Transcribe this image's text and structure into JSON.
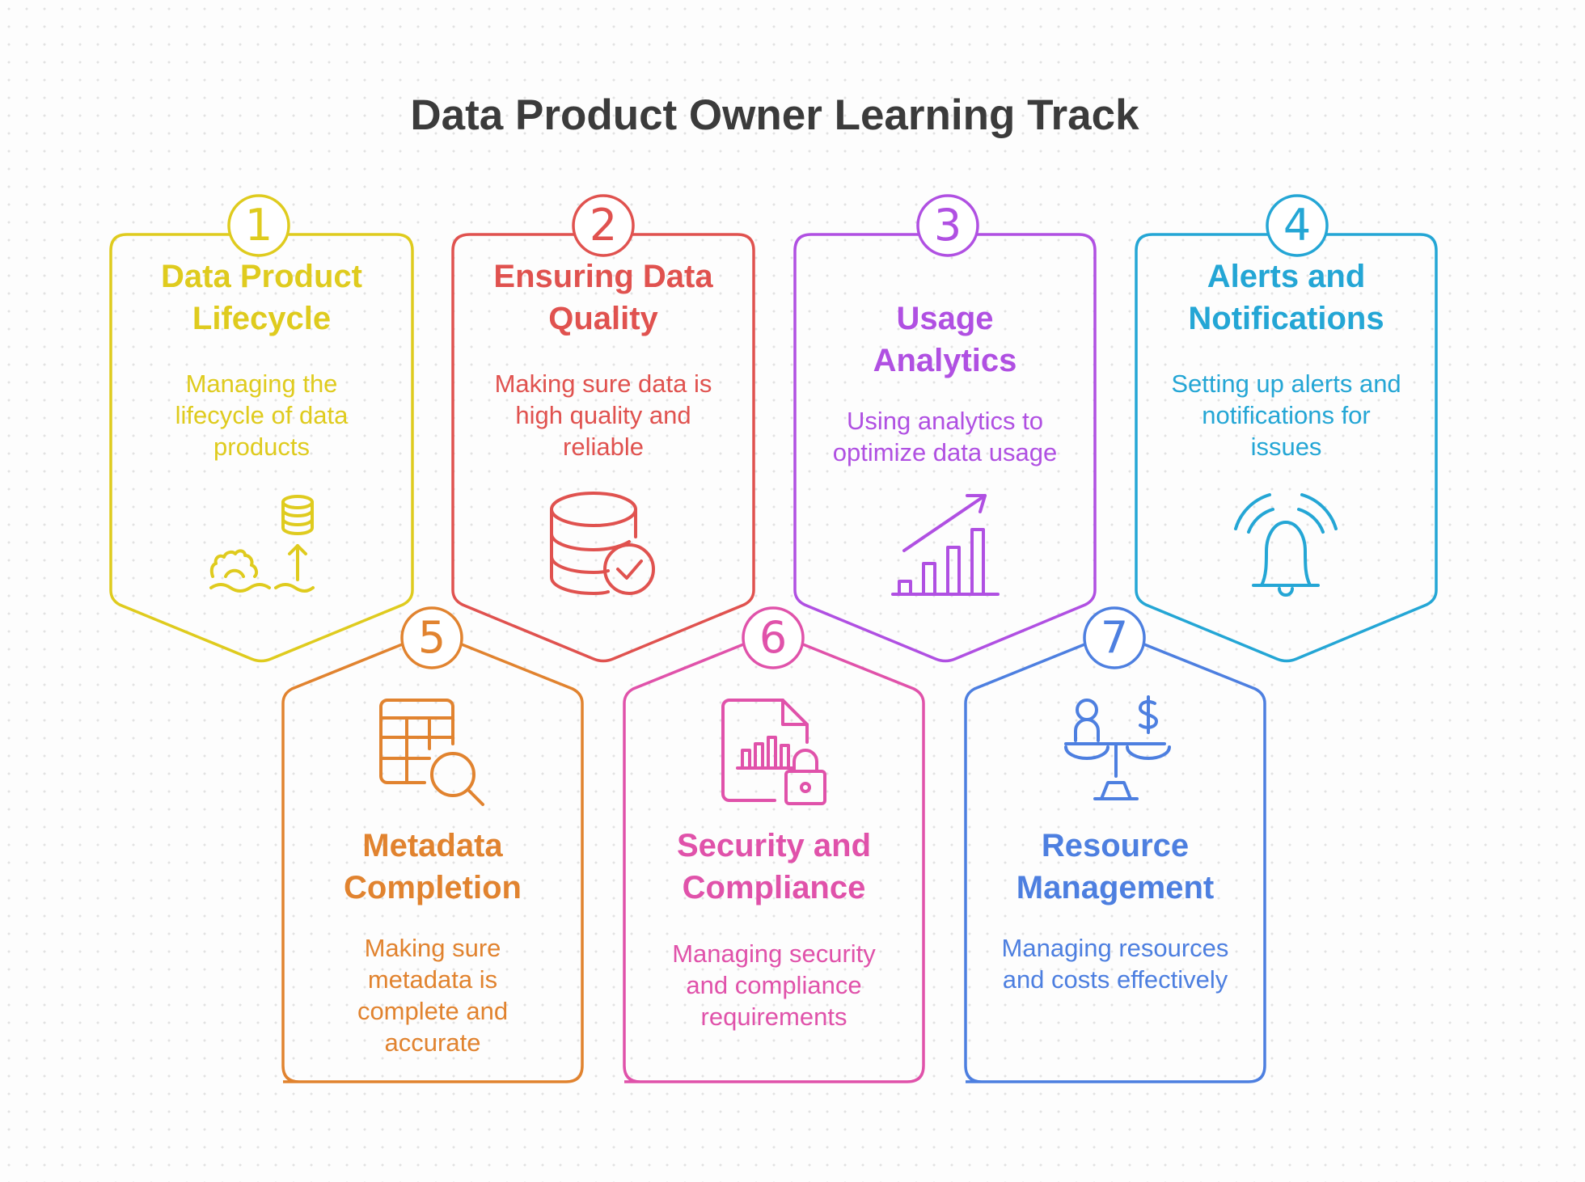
{
  "title": "Data Product Owner Learning Track",
  "steps": [
    {
      "number": "1",
      "title_lines": [
        "Data Product",
        "Lifecycle"
      ],
      "desc_lines": [
        "Managing the",
        "lifecycle of data",
        "products"
      ],
      "color": "#dfcb1e",
      "icon": "data-lifecycle-icon"
    },
    {
      "number": "2",
      "title_lines": [
        "Ensuring Data",
        "Quality"
      ],
      "desc_lines": [
        "Making sure data is",
        "high quality and",
        "reliable"
      ],
      "color": "#e0524f",
      "icon": "database-check-icon"
    },
    {
      "number": "3",
      "title_lines": [
        "Usage",
        "Analytics"
      ],
      "desc_lines": [
        "Using analytics to",
        "optimize data usage"
      ],
      "color": "#b050e2",
      "icon": "growth-chart-icon"
    },
    {
      "number": "4",
      "title_lines": [
        "Alerts and",
        "Notifications"
      ],
      "desc_lines": [
        "Setting up alerts and",
        "notifications for",
        "issues"
      ],
      "color": "#24a6d5",
      "icon": "ringing-bell-icon"
    },
    {
      "number": "5",
      "title_lines": [
        "Metadata",
        "Completion"
      ],
      "desc_lines": [
        "Making sure",
        "metadata is",
        "complete and",
        "accurate"
      ],
      "color": "#e1832f",
      "icon": "table-search-icon"
    },
    {
      "number": "6",
      "title_lines": [
        "Security and",
        "Compliance"
      ],
      "desc_lines": [
        "Managing security",
        "and compliance",
        "requirements"
      ],
      "color": "#e052aa",
      "icon": "locked-document-icon"
    },
    {
      "number": "7",
      "title_lines": [
        "Resource",
        "Management"
      ],
      "desc_lines": [
        "Managing resources",
        "and costs effectively"
      ],
      "color": "#4d7fe0",
      "icon": "balance-scale-icon"
    }
  ]
}
